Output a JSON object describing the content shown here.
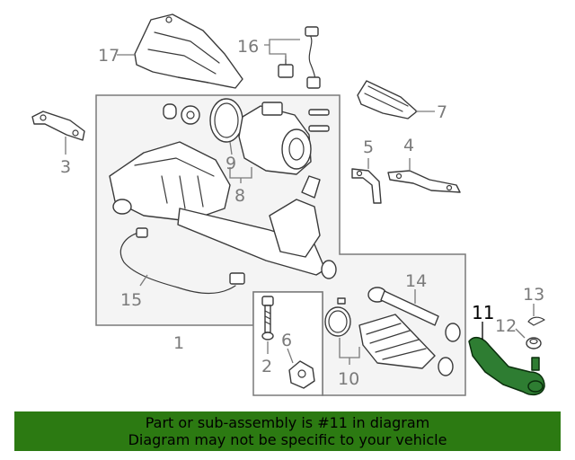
{
  "diagram": {
    "callouts": {
      "c1": "1",
      "c2": "2",
      "c3": "3",
      "c4": "4",
      "c5": "5",
      "c6": "6",
      "c7": "7",
      "c8": "8",
      "c9": "9",
      "c10": "10",
      "c11": "11",
      "c12": "12",
      "c13": "13",
      "c14": "14",
      "c15": "15",
      "c16": "16",
      "c17": "17"
    },
    "highlighted_part": "11",
    "colors": {
      "highlight": "#2e7d32",
      "banner": "#2c7a12",
      "label": "#7a7a7a"
    }
  },
  "banner": {
    "line1": "Part or sub-assembly is #11 in diagram",
    "line2": "Diagram may not be specific to your vehicle"
  }
}
